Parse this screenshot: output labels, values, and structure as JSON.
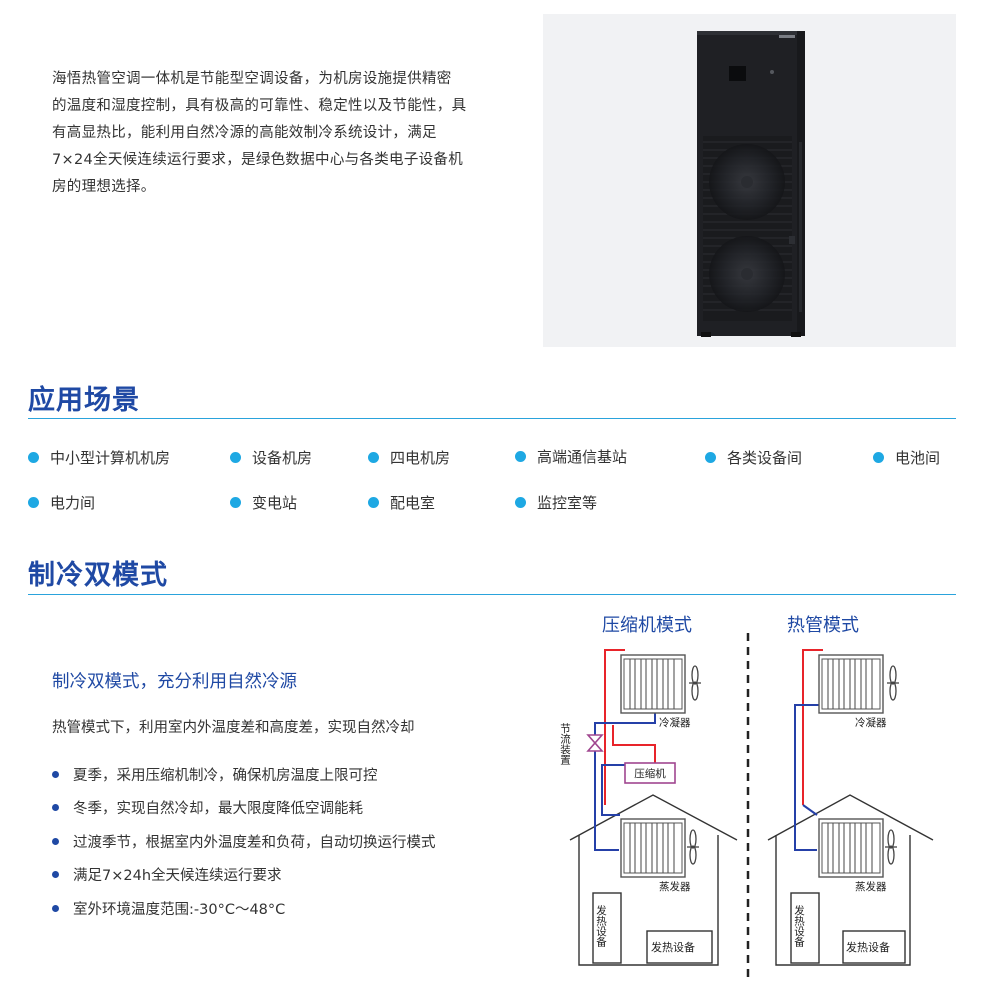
{
  "intro": {
    "lines": [
      "海悟热管空调一体机是节能型空调设备，为机房设施提供精密",
      "的温度和湿度控制，具有极高的可靠性、稳定性以及节能性，具",
      "有高显热比，能利用自然冷源的高能效制冷系统设计，满足",
      "7×24全天候连续运行要求，是绿色数据中心与各类电子设备机",
      "房的理想选择。"
    ]
  },
  "applications": {
    "title": "应用场景",
    "items": [
      "中小型计算机机房",
      "设备机房",
      "四电机房",
      "高端通信基站",
      "各类设备间",
      "电池间",
      "电力间",
      "变电站",
      "配电室",
      "监控室等"
    ]
  },
  "cooling": {
    "title": "制冷双模式",
    "subtitle": "制冷双模式，充分利用自然冷源",
    "description": "热管模式下，利用室内外温度差和高度差，实现自然冷却",
    "bullets": [
      "夏季，采用压缩机制冷，确保机房温度上限可控",
      "冬季，实现自然冷却，最大限度降低空调能耗",
      "过渡季节，根据室内外温度差和负荷，自动切换运行模式",
      "满足7×24h全天候连续运行要求",
      "室外环境温度范围:-30°C～48°C"
    ]
  },
  "diagram": {
    "compressor_mode_title": "压缩机模式",
    "heatpipe_mode_title": "热管模式",
    "condenser_label": "冷凝器",
    "evaporator_label": "蒸发器",
    "compressor_label": "压缩机",
    "throttle_label": "节流装置",
    "heat_equipment_vertical": "发热设备",
    "heat_equipment_label": "发热设备",
    "pipe_colors": {
      "hot": "#e8242a",
      "cold": "#2540a8",
      "component": "#a0468f"
    }
  }
}
